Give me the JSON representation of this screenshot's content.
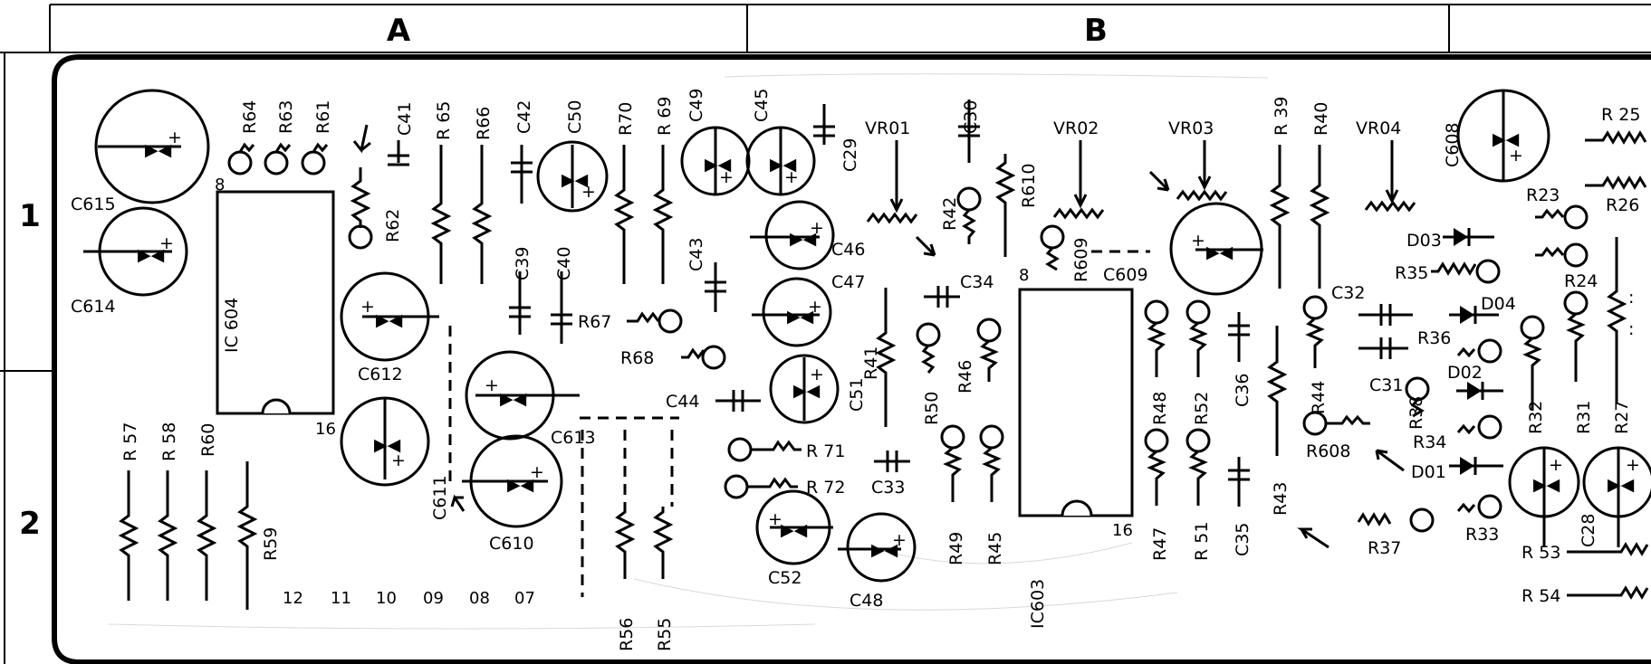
{
  "columns": [
    "A",
    "B"
  ],
  "rows": [
    "1",
    "2"
  ],
  "labels": {
    "C615": "C615",
    "C614": "C614",
    "R64": "R64",
    "R63": "R63",
    "R61": "R61",
    "R62": "R62",
    "C41": "C41",
    "R65": "R 65",
    "R66": "R66",
    "C42": "C42",
    "C50": "C50",
    "R70": "R70",
    "R69": "R 69",
    "C49": "C49",
    "C45": "C45",
    "C29": "C29",
    "VR01": "VR01",
    "C30": "C30",
    "R42": "R42",
    "R610": "R610",
    "VR02": "VR02",
    "VR03": "VR03",
    "R39": "R 39",
    "R40": "R40",
    "VR04": "VR04",
    "C608": "C608",
    "R25": "R 25",
    "R23": "R23",
    "R26": "R26",
    "IC604": "IC 604",
    "C39": "C39",
    "C40": "C40",
    "C43": "C43",
    "C46": "C46",
    "C47": "C47",
    "C34": "C34",
    "R609": "R609",
    "C609": "C609",
    "D03": "D03",
    "R35": "R35",
    "R24": "R24",
    "C612": "C612",
    "R67": "R67",
    "R68": "R68",
    "C44": "C44",
    "C51": "C51",
    "R41": "R41",
    "R50": "R50",
    "R46": "R46",
    "C32": "C32",
    "R36": "R36",
    "D04": "D04",
    "D02": "D02",
    "C31": "C31",
    "R38": "R38",
    "R34": "R34",
    "R32": "R32",
    "R31": "R31",
    "R27": "R27",
    "R48": "R48",
    "R52": "R52",
    "C36": "C36",
    "R44": "R44",
    "R608": "R608",
    "D01": "D01",
    "R57": "R 57",
    "R58": "R 58",
    "R60": "R60",
    "R59": "R59",
    "C613": "C613",
    "C611": "C611",
    "C610": "C610",
    "R71": "R 71",
    "R72": "R 72",
    "C33": "C33",
    "R49": "R49",
    "R45": "R45",
    "R47": "R47",
    "R51": "R 51",
    "C35": "C35",
    "R43": "R43",
    "R37": "R37",
    "R33": "R33",
    "C28": "C28",
    "R53": "R 53",
    "R54": "R 54",
    "C52": "C52",
    "C48": "C48",
    "R56": "R56",
    "R55": "R55",
    "IC603": "IC603"
  },
  "pins": {
    "ic604_pin8": "8",
    "ic604_pin16": "16",
    "ic603_pin8": "8",
    "ic603_pin16": "16",
    "connector": [
      "12",
      "11",
      "10",
      "09",
      "08",
      "07"
    ]
  }
}
